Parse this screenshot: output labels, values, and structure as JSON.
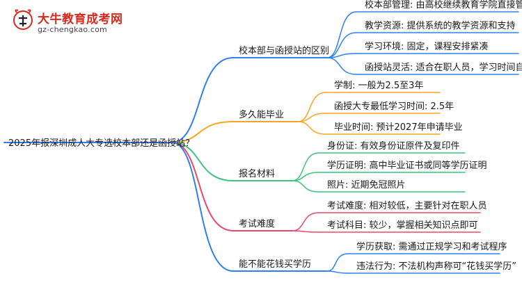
{
  "logo": {
    "name": "大牛教育成考网",
    "url": "gz-chengkao.com"
  },
  "root": "2025年报深圳成人大专选校本部还是函授站？",
  "branches": [
    {
      "label": "校本部与函授站的区别",
      "color": "#2f80ed",
      "children": [
        "校本部管理: 由高校继续教育学院直接管理",
        "教学资源: 提供系统的教学资源和支持",
        "学习环境: 固定，课程安排紧凑",
        "函授站灵活: 适合在职人员，学习时间自由"
      ]
    },
    {
      "label": "多久能毕业",
      "color": "#f5a623",
      "children": [
        "学制: 一般为2.5至3年",
        "函授大专最低学习时间: 2.5年",
        "毕业时间: 预计2027年申请毕业"
      ]
    },
    {
      "label": "报名材料",
      "color": "#3cc47c",
      "children": [
        "身份证: 有效身份证原件及复印件",
        "学历证明: 高中毕业证书或同等学历证明",
        "照片: 近期免冠照片"
      ]
    },
    {
      "label": "考试难度",
      "color": "#e8486a",
      "children": [
        "考试难度: 相对较低，主要针对在职人员",
        "考试科目: 较少，掌握相关知识点即可"
      ]
    },
    {
      "label": "能不能花钱买学历",
      "color": "#2f80ed",
      "children": [
        "学历获取: 需通过正规学习和考试程序",
        "违法行为: 不法机构声称可“花钱买学历”"
      ]
    }
  ]
}
